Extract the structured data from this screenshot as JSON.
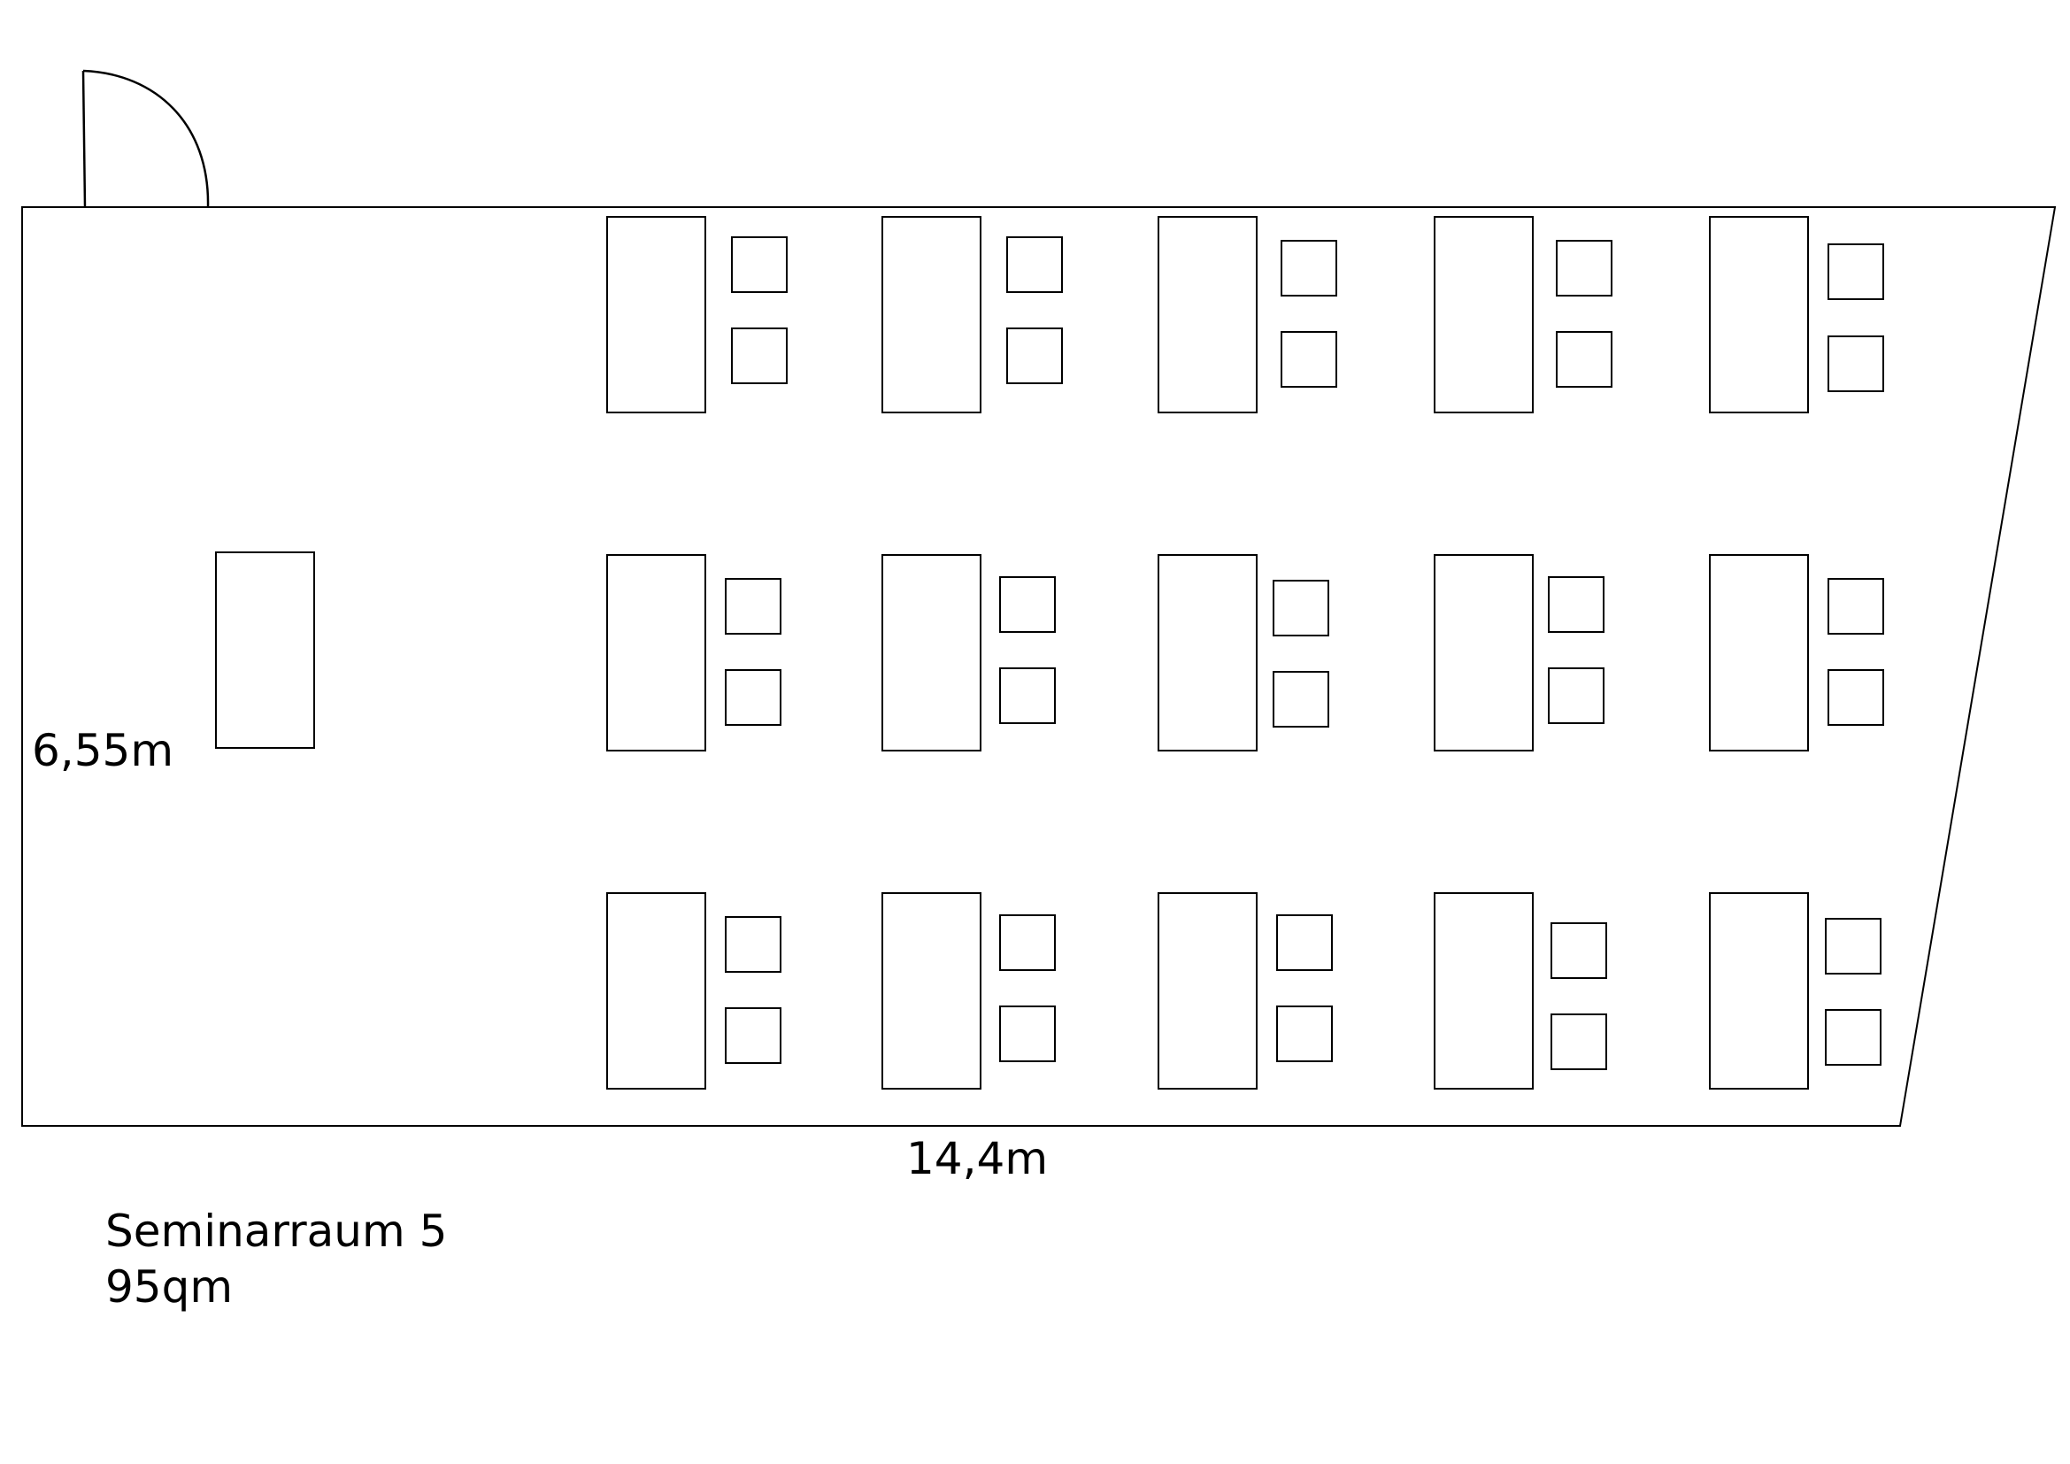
{
  "room": {
    "name": "Seminarraum 5",
    "area": "95qm",
    "width_label": "6,55m",
    "length_label": "14,4m"
  },
  "layout": {
    "student_desk_rows": 3,
    "student_desk_columns": 5,
    "chairs_per_desk": 2,
    "lectern_count": 1,
    "door_count": 1
  }
}
